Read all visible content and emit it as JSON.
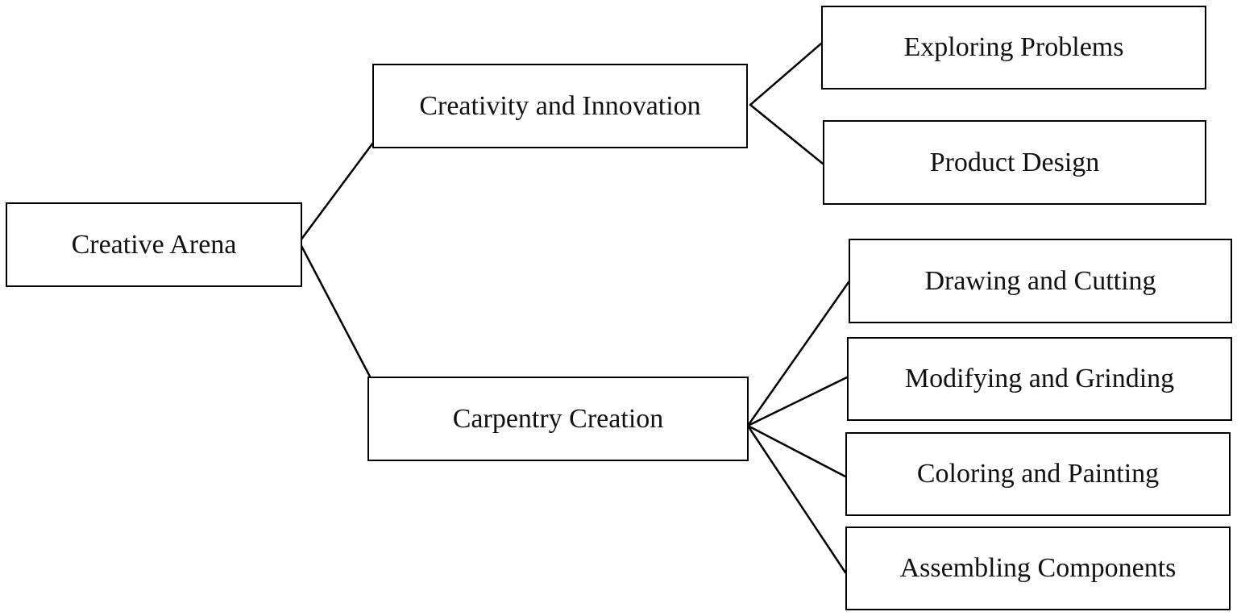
{
  "diagram": {
    "root": {
      "label": "Creative Arena"
    },
    "branches": [
      {
        "label": "Creativity and Innovation",
        "children": [
          "Exploring Problems",
          "Product Design"
        ]
      },
      {
        "label": "Carpentry Creation",
        "children": [
          "Drawing and Cutting",
          "Modifying and Grinding",
          "Coloring and Painting",
          "Assembling Components"
        ]
      }
    ],
    "colors": {
      "line": "#000000",
      "box_border": "#000000",
      "background": "#ffffff",
      "text": "#111111"
    }
  }
}
